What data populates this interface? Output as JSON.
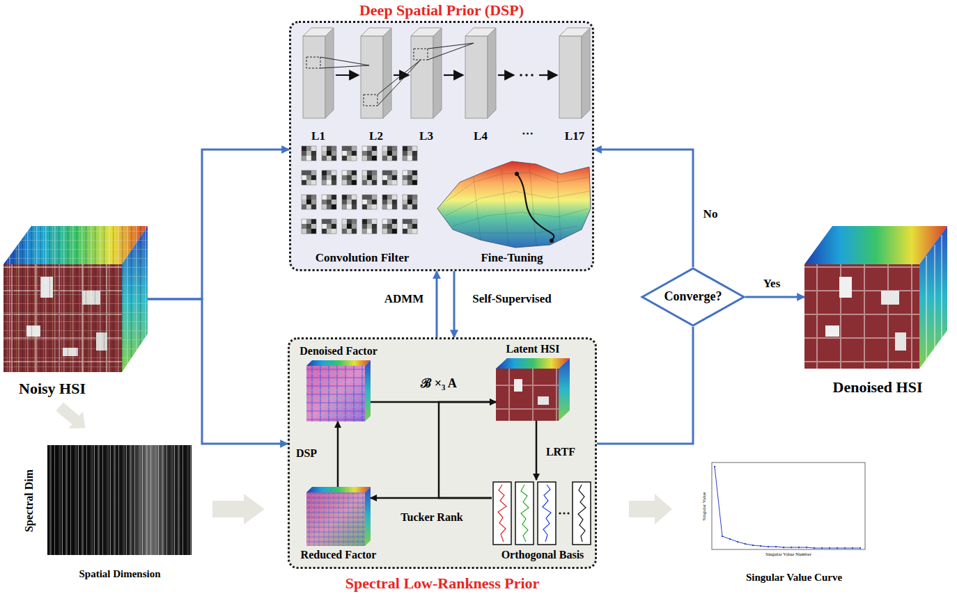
{
  "diagram": {
    "nodes": [
      {
        "text": [
          "Deep Spatial Prior (DSP)"
        ]
      },
      {
        "text": [
          "Noisy HSI"
        ]
      },
      {
        "text": [
          "Converge?"
        ]
      },
      {
        "text": [
          "Denoised HSI"
        ]
      },
      {
        "text": [
          "Spectral Low-Rankness Prior"
        ]
      },
      {
        "text": [
          "Denoised Factor"
        ],
        "in": 4
      },
      {
        "text": [
          "Latent HSI"
        ],
        "in": 4
      },
      {
        "text": [
          "Reduced Factor"
        ],
        "in": 4
      },
      {
        "text": [
          "Orthogonal Basis"
        ],
        "in": 4
      }
    ],
    "edges": [
      {
        "from": 1,
        "to": 0,
        "arrow": "to"
      },
      {
        "from": 1,
        "to": 4,
        "arrow": "to"
      },
      {
        "from": 0,
        "to": 4,
        "label": "Self-Supervised",
        "arrow": "to"
      },
      {
        "from": 4,
        "to": 0,
        "label": "ADMM",
        "arrow": "to"
      },
      {
        "from": 4,
        "to": 2,
        "arrow": "none"
      },
      {
        "from": 2,
        "to": 0,
        "label": "No",
        "arrow": "to"
      },
      {
        "from": 2,
        "to": 3,
        "label": "Yes",
        "arrow": "to"
      },
      {
        "from": 7,
        "to": 5,
        "label": "DSP",
        "arrow": "to"
      },
      {
        "from": 5,
        "to": 6,
        "label": "ℬ ×₃ A",
        "arrow": "to"
      },
      {
        "from": 6,
        "to": 8,
        "label": "LRTF",
        "arrow": "to"
      },
      {
        "from": 8,
        "to": 7,
        "label": "Tucker Rank",
        "arrow": "to"
      },
      {
        "from": 8,
        "to": 6,
        "arrow": "to"
      }
    ],
    "labels": [
      "L1",
      "L2",
      "L3",
      "L4",
      "⋯",
      "L17",
      "Convolution Filter",
      "Fine-Tuning",
      "Spectral Dim",
      "Spatial Dimension",
      "Singular Value",
      "Singular Value Number",
      "Singular Value Curve"
    ]
  }
}
